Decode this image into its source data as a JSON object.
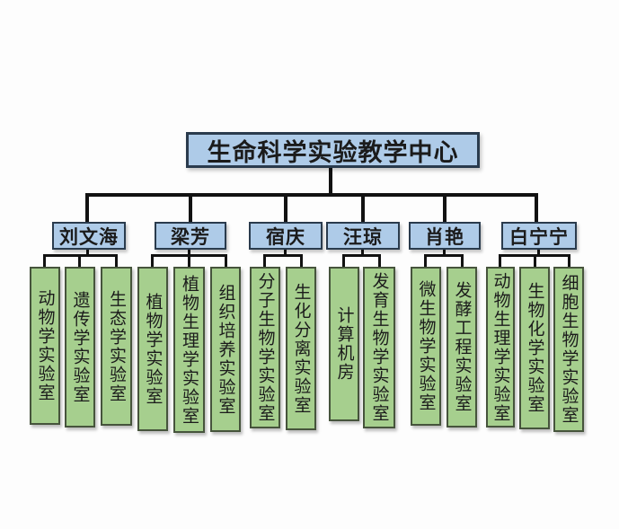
{
  "title": "生命科学实验教学中心",
  "groups": [
    {
      "manager": "刘文海",
      "labs": [
        "动物学实验室",
        "遗传学实验室",
        "生态学实验室"
      ]
    },
    {
      "manager": "梁芳",
      "labs": [
        "植物学实验室",
        "植物生理学实验室",
        "组织培养实验室"
      ]
    },
    {
      "manager": "宿庆",
      "labs": [
        "分子生物学实验室",
        "生化分离实验室"
      ]
    },
    {
      "manager": "汪琼",
      "labs": [
        "计算机房",
        "发育生物学实验室"
      ]
    },
    {
      "manager": "肖艳",
      "labs": [
        "微生物学实验室",
        "发酵工程实验室"
      ]
    },
    {
      "manager": "白宁宁",
      "labs": [
        "动物生理学实验室",
        "生物化学实验室",
        "细胞生物学实验室"
      ]
    }
  ],
  "colors": {
    "blue-fill": "#aecbe8",
    "blue-border": "#2a3b4d",
    "green-fill": "#a6cf8e",
    "green-border": "#46543c",
    "line": "#121212",
    "text": "#1b1b1b",
    "bg": "#fdfdfd"
  }
}
